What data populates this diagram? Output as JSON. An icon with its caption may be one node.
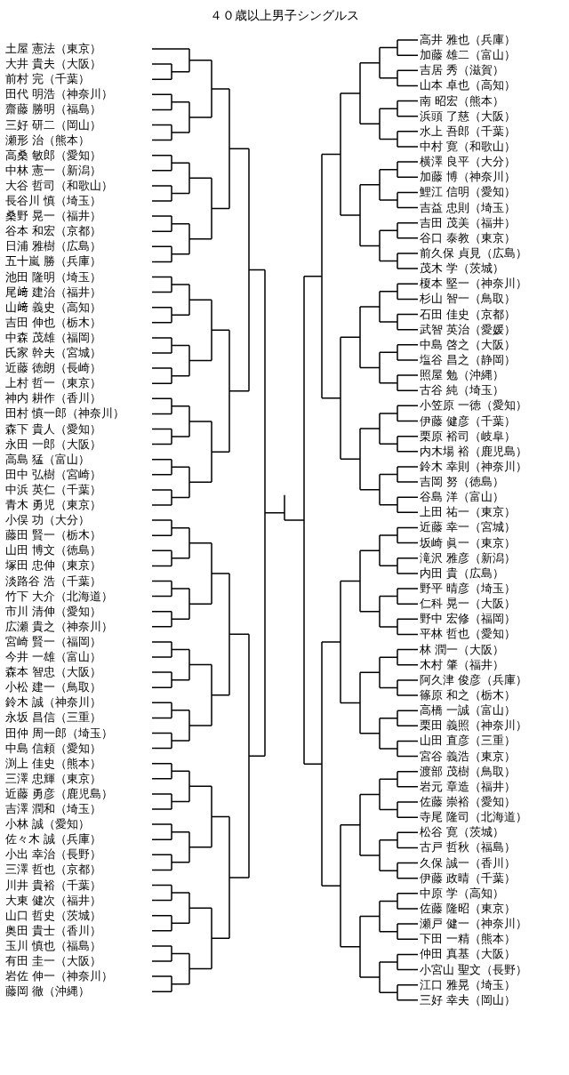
{
  "diagram": {
    "title": "４０歳以上男子シングルス",
    "labels": [
      "土屋 憲法（東京）",
      "大井 貴夫（大阪）",
      "前村 完（千葉）",
      "田代 明浩（神奈川）",
      "齋藤 勝明（福島）",
      "三好 研二（岡山）",
      "瀬形 治（熊本）",
      "高桑 敏郎（愛知）",
      "中林 憲一（新潟）",
      "大谷 哲司（和歌山）",
      "長谷川 慎（埼玉）",
      "桑野 晃一（福井）",
      "谷本 和宏（京都）",
      "日浦 雅樹（広島）",
      "五十嵐 勝（兵庫）",
      "池田 隆明（埼玉）",
      "尾﨑 建治（福井）",
      "山﨑 義史（高知）",
      "吉田 伸也（栃木）",
      "中森 茂雄（福岡）",
      "氏家 幹夫（宮城）",
      "近藤 徳朗（長崎）",
      "上村 哲一（東京）",
      "神内 耕作（香川）",
      "田村 慎一郎（神奈川）",
      "森下 貴人（愛知）",
      "永田 一郎（大阪）",
      "高島 猛（富山）",
      "田中 弘樹（宮崎）",
      "中浜 英仁（千葉）",
      "青木 勇児（東京）",
      "小俣 功（大分）",
      "藤田 賢一（栃木）",
      "山田 博文（徳島）",
      "塚田 忠伸（東京）",
      "淡路谷 浩（千葉）",
      "竹下 大介（北海道）",
      "市川 清伸（愛知）",
      "広瀬 貴之（神奈川）",
      "宮崎 賢一（福岡）",
      "今井 一雄（富山）",
      "森本 智忠（大阪）",
      "小松 建一（鳥取）",
      "鈴木 誠（神奈川）",
      "永坂 昌信（三重）",
      "田仲 周一郎（埼玉）",
      "中島 信頼（愛知）",
      "渕上 佳史（熊本）",
      "三澤 忠輝（東京）",
      "近藤 勇彦（鹿児島）",
      "吉澤 潤和（埼玉）",
      "小林 誠（愛知）",
      "佐々木 誠（兵庫）",
      "小出 幸治（長野）",
      "三澤 哲也（京都）",
      "川井 貴裕（千葉）",
      "大東 健次（福井）",
      "山口 哲史（茨城）",
      "奥田 貴士（香川）",
      "玉川 慎也（福島）",
      "有田 圭一（大阪）",
      "岩佐 伸一（神奈川）",
      "藤岡 徹（沖縄）",
      "高井 雅也（兵庫）",
      "加藤 雄二（富山）",
      "吉居 秀（滋賀）",
      "山本 卓也（高知）",
      "南 昭宏（熊本）",
      "浜頭 了慈（大阪）",
      "水上 吾郎（千葉）",
      "中村 寛（和歌山）",
      "横澤 良平（大分）",
      "加藤 博（神奈川）",
      "鯉江 信明（愛知）",
      "吉益 忠則（埼玉）",
      "吉田 茂美（福井）",
      "谷口 泰教（東京）",
      "前久保 貞見（広島）",
      "茂木 学（茨城）",
      "榎本 堅一（神奈川）",
      "杉山 智一（鳥取）",
      "石田 佳史（京都）",
      "武智 英治（愛媛）",
      "中島 啓之（大阪）",
      "塩谷 昌之（静岡）",
      "照屋 勉（沖縄）",
      "古谷 純（埼玉）",
      "小笠原 一徳（愛知）",
      "伊藤 健彦（千葉）",
      "栗原 裕司（岐阜）",
      "内木場 裕（鹿児島）",
      "鈴木 幸則（神奈川）",
      "吉岡 努（徳島）",
      "谷島 洋（富山）",
      "上田 祐一（東京）",
      "近藤 幸一（宮城）",
      "坂崎 眞一（東京）",
      "滝沢 雅彦（新潟）",
      "内田 貴（広島）",
      "野平 晴彦（埼玉）",
      "仁科 晃一（大阪）",
      "野中 宏修（福岡）",
      "平林 哲也（愛知）",
      "林 潤一（大阪）",
      "木村 肇（福井）",
      "阿久津 俊彦（兵庫）",
      "篠原 和之（栃木）",
      "高橋 一誠（富山）",
      "栗田 義照（神奈川）",
      "山田 直彦（三重）",
      "宮谷 義浩（東京）",
      "渡部 茂樹（鳥取）",
      "岩元 章造（福井）",
      "佐藤 崇裕（愛知）",
      "寺尾 隆司（北海道）",
      "松谷 寛（茨城）",
      "古戸 哲秋（福島）",
      "久保 誠一（香川）",
      "伊藤 政晴（千葉）",
      "中原 学（高知）",
      "佐藤 隆昭（東京）",
      "瀬戸 健一（神奈川）",
      "下田 一精（熊本）",
      "仲田 真基（大阪）",
      "小宮山 聖文（長野）",
      "江口 雅晃（埼玉）",
      "三好 幸夫（岡山）"
    ]
  }
}
